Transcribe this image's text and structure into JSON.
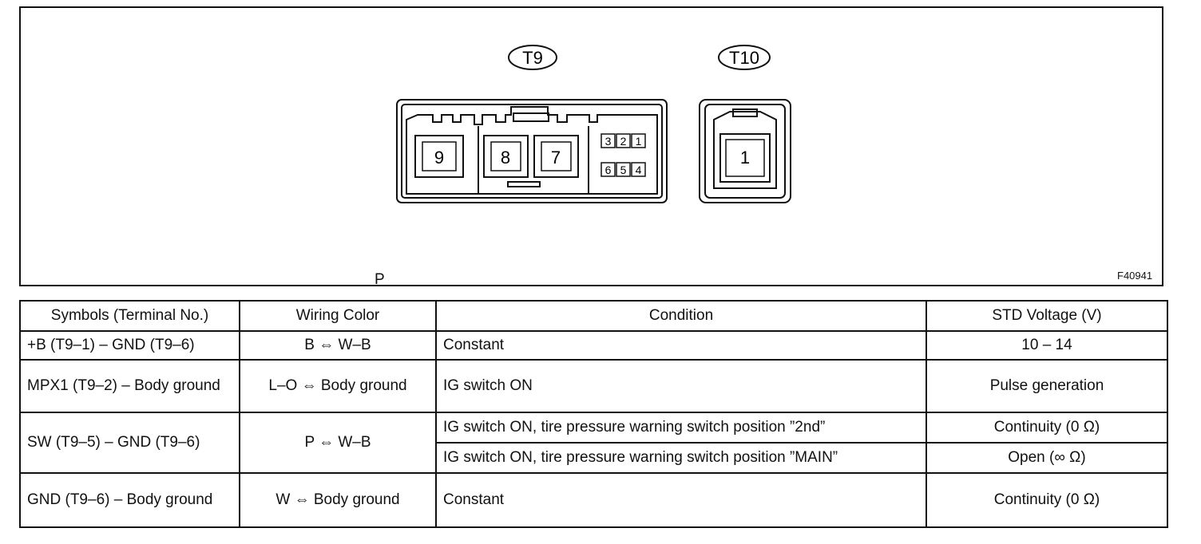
{
  "figure": {
    "connector_labels": [
      "T9",
      "T10"
    ],
    "terminals": {
      "large": [
        "9",
        "8",
        "7"
      ],
      "small": [
        "3",
        "2",
        "1",
        "6",
        "5",
        "4"
      ],
      "t10": "1"
    },
    "view_letter": "P",
    "figure_code": "F40941"
  },
  "table": {
    "headers": [
      "Symbols (Terminal No.)",
      "Wiring Color",
      "Condition",
      "STD Voltage (V)"
    ],
    "rows": [
      {
        "symbol": "+B (T9–1) – GND (T9–6)",
        "wiring": "B ⇔ W–B",
        "condition": "Constant",
        "voltage": "10 – 14"
      },
      {
        "symbol": "MPX1 (T9–2) – Body ground",
        "wiring": "L–O ⇔ Body ground",
        "condition": "IG switch ON",
        "voltage": "Pulse generation"
      },
      {
        "symbol": "SW (T9–5) – GND (T9–6)",
        "wiring": "P ⇔ W–B",
        "condition_a": "IG switch ON, tire pressure warning switch position ”2nd”",
        "voltage_a": "Continuity (0 Ω)",
        "condition_b": "IG switch ON, tire pressure warning switch position ”MAIN”",
        "voltage_b": "Open (∞ Ω)"
      },
      {
        "symbol": "GND (T9–6) – Body ground",
        "wiring": "W ⇔ Body ground",
        "condition": "Constant",
        "voltage": "Continuity (0 Ω)"
      }
    ]
  }
}
